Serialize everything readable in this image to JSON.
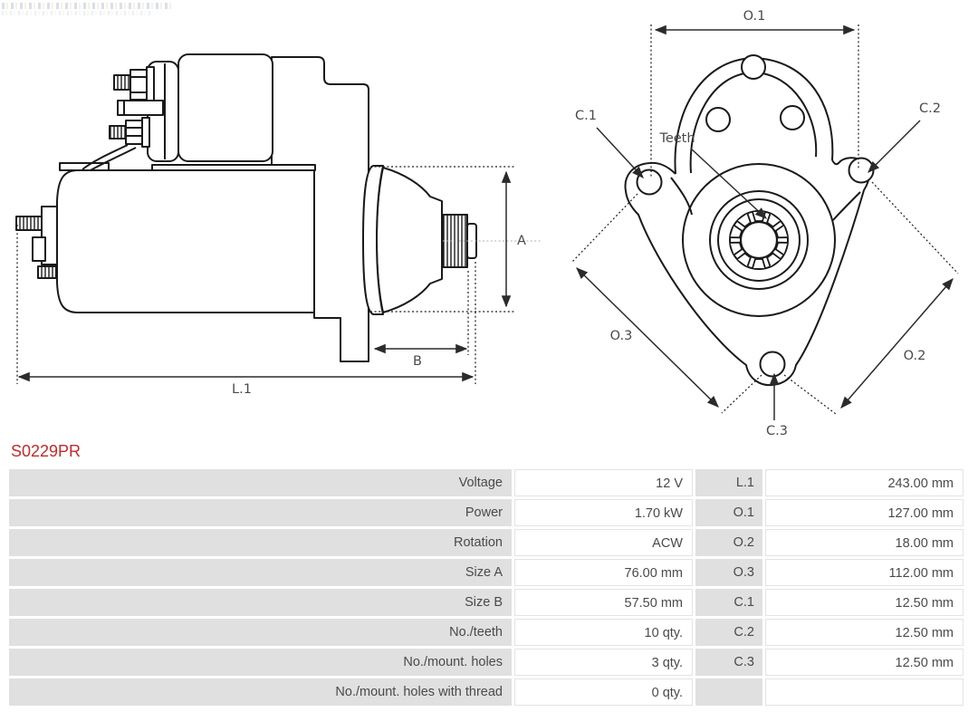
{
  "part_number": "S0229PR",
  "diagram_side_view": {
    "labels": {
      "a": "A",
      "b": "B",
      "l1": "L.1"
    }
  },
  "diagram_front_view": {
    "labels": {
      "o1": "O.1",
      "o2": "O.2",
      "o3": "O.3",
      "c1": "C.1",
      "c2": "C.2",
      "c3": "C.3",
      "teeth": "Teeth"
    }
  },
  "spec_table": {
    "rows": [
      {
        "label": "Voltage",
        "value": "12 V",
        "dim": "L.1",
        "dim_value": "243.00 mm"
      },
      {
        "label": "Power",
        "value": "1.70 kW",
        "dim": "O.1",
        "dim_value": "127.00 mm"
      },
      {
        "label": "Rotation",
        "value": "ACW",
        "dim": "O.2",
        "dim_value": "18.00 mm"
      },
      {
        "label": "Size A",
        "value": "76.00 mm",
        "dim": "O.3",
        "dim_value": "112.00 mm"
      },
      {
        "label": "Size B",
        "value": "57.50 mm",
        "dim": "C.1",
        "dim_value": "12.50 mm"
      },
      {
        "label": "No./teeth",
        "value": "10 qty.",
        "dim": "C.2",
        "dim_value": "12.50 mm"
      },
      {
        "label": "No./mount. holes",
        "value": "3 qty.",
        "dim": "C.3",
        "dim_value": "12.50 mm"
      },
      {
        "label": "No./mount. holes with thread",
        "value": "0 qty.",
        "dim": "",
        "dim_value": ""
      }
    ]
  },
  "colors": {
    "part_number": "#c22a2a",
    "cell_background": "#e0e0e0",
    "drawing_line": "#1a1a1a",
    "table_text": "#4a4a4a"
  }
}
